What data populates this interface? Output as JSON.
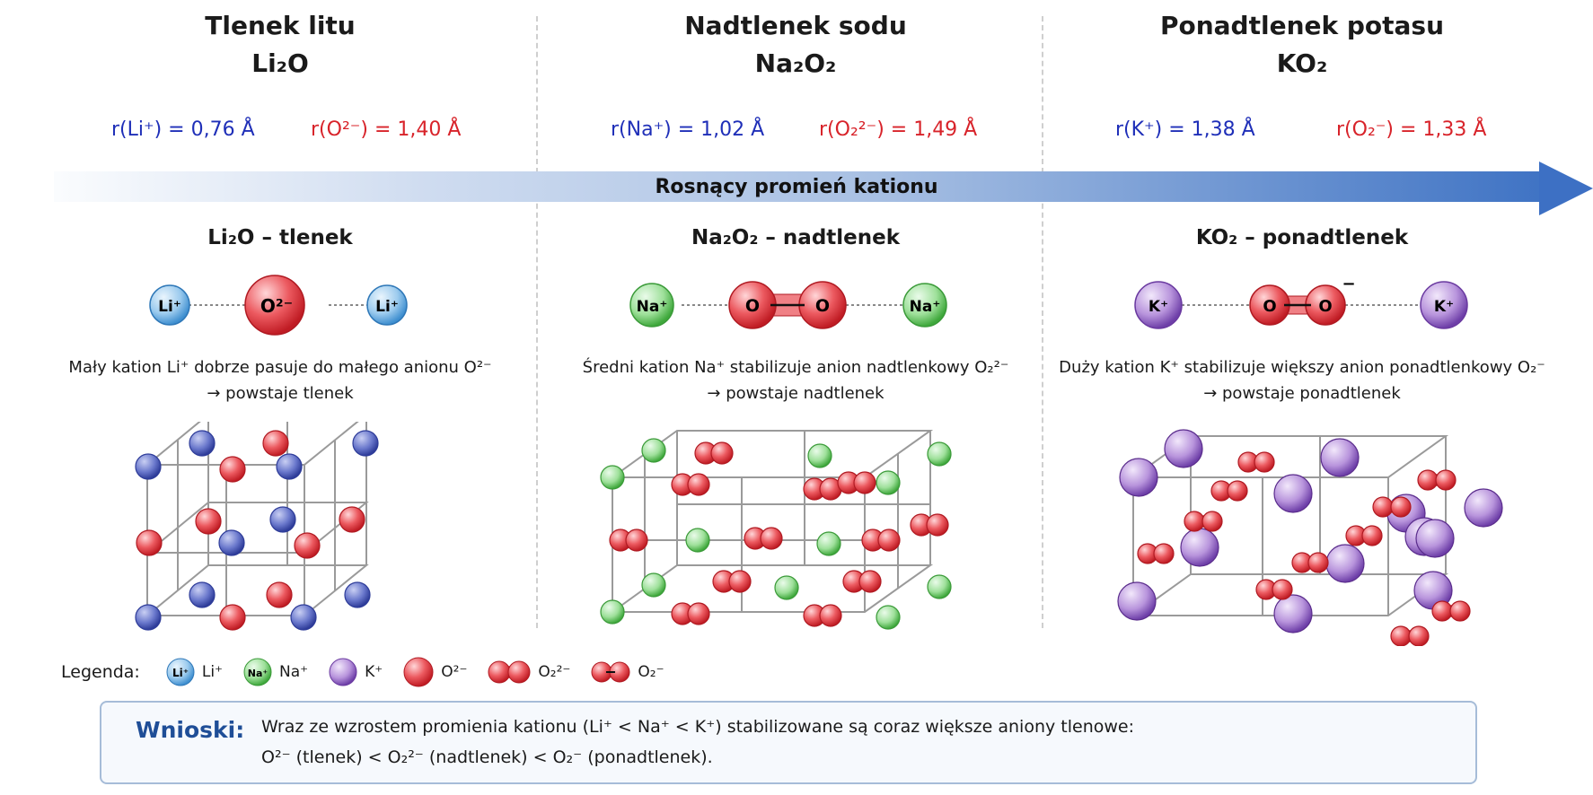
{
  "columns": [
    {
      "title": "Tlenek litu",
      "formula": "Li₂O",
      "r_cation": "r(Li⁺) = 0,76 Å",
      "r_anion": "r(O²⁻) = 1,40 Å",
      "structure_title": "Li₂O – tlenek",
      "desc_line1": "Mały kation Li⁺ dobrze pasuje do małego anionu O²⁻",
      "desc_line2": "→ powstaje tlenek",
      "model": {
        "cation": "Li⁺",
        "anion": "O²⁻"
      }
    },
    {
      "title": "Nadtlenek sodu",
      "formula": "Na₂O₂",
      "r_cation": "r(Na⁺) = 1,02 Å",
      "r_anion": "r(O₂²⁻) = 1,49 Å",
      "structure_title": "Na₂O₂ – nadtlenek",
      "desc_line1": "Średni kation Na⁺ stabilizuje anion nadtlenkowy O₂²⁻",
      "desc_line2": "→ powstaje nadtlenek",
      "model": {
        "cation": "Na⁺",
        "atom": "O"
      }
    },
    {
      "title": "Ponadtlenek potasu",
      "formula": "KO₂",
      "r_cation": "r(K⁺) = 1,38 Å",
      "r_anion": "r(O₂⁻) = 1,33 Å",
      "structure_title": "KO₂ – ponadtlenek",
      "desc_line1": "Duży kation K⁺ stabilizuje większy anion ponadtlenkowy O₂⁻",
      "desc_line2": "→ powstaje ponadtlenek",
      "model": {
        "cation": "K⁺",
        "atom": "O",
        "charge": "−"
      }
    }
  ],
  "arrow_label": "Rosnący promień kationu",
  "legend": {
    "title": "Legenda:",
    "items": [
      {
        "icon": "Li⁺",
        "label": "Li⁺"
      },
      {
        "icon": "Na⁺",
        "label": "Na⁺"
      },
      {
        "label": "K⁺"
      },
      {
        "label": "O²⁻"
      },
      {
        "label": "O₂²⁻"
      },
      {
        "label": "O₂⁻"
      }
    ]
  },
  "conclusion": {
    "label": "Wnioski:",
    "line1": "Wraz ze wzrostem promienia kationu (Li⁺ < Na⁺ < K⁺) stabilizowane są coraz większe aniony tlenowe:",
    "line2": "O²⁻ (tlenek) < O₂²⁻ (nadtlenek) < O₂⁻ (ponadtlenek)."
  },
  "colors": {
    "cation_text": "#1f2fb8",
    "anion_text": "#d8232a",
    "li": "#5fa8e0",
    "na": "#6cc46a",
    "k": "#9a6cc8",
    "oxygen": "#e23c44",
    "lattice_blue": "#4a5ab8",
    "accent": "#1f4e97"
  }
}
